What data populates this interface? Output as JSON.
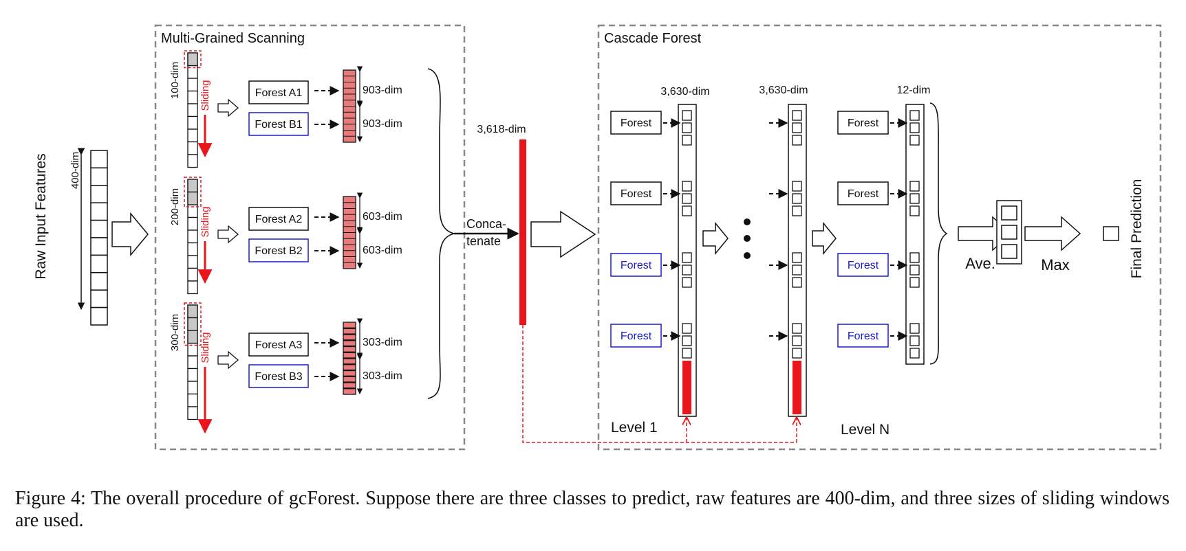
{
  "raw_input": {
    "title": "Raw Input Features",
    "dim": "400-dim"
  },
  "mgs": {
    "title": "Multi-Grained Scanning",
    "sliding_label": "Sliding",
    "windows": [
      {
        "dim": "100-dim",
        "forest_a": "Forest A1",
        "forest_b": "Forest B1",
        "out_a": "903-dim",
        "out_b": "903-dim"
      },
      {
        "dim": "200-dim",
        "forest_a": "Forest A2",
        "forest_b": "Forest B2",
        "out_a": "603-dim",
        "out_b": "603-dim"
      },
      {
        "dim": "300-dim",
        "forest_a": "Forest A3",
        "forest_b": "Forest B3",
        "out_a": "303-dim",
        "out_b": "303-dim"
      }
    ]
  },
  "concat": {
    "line1": "Conca-",
    "line2": "tenate",
    "dim": "3,618-dim"
  },
  "cascade": {
    "title": "Cascade Forest",
    "level1": {
      "dim": "3,630-dim",
      "label": "Level 1",
      "forests": [
        "Forest",
        "Forest",
        "Forest",
        "Forest"
      ]
    },
    "levelmid": {
      "dim": "3,630-dim"
    },
    "levelN": {
      "dim": "12-dim",
      "label": "Level N",
      "forests": [
        "Forest",
        "Forest",
        "Forest",
        "Forest"
      ]
    }
  },
  "aggregate": {
    "ave": "Ave.",
    "max": "Max",
    "final": "Final Prediction"
  },
  "caption": "Figure 4: The overall procedure of gcForest. Suppose there are three classes to predict, raw features are 400-dim, and three sizes of sliding windows are used.",
  "colors": {
    "red": "#e8151b",
    "blue": "#1a1acf",
    "pink": "#e87b7b",
    "dash": "#888888",
    "black": "#111111"
  }
}
